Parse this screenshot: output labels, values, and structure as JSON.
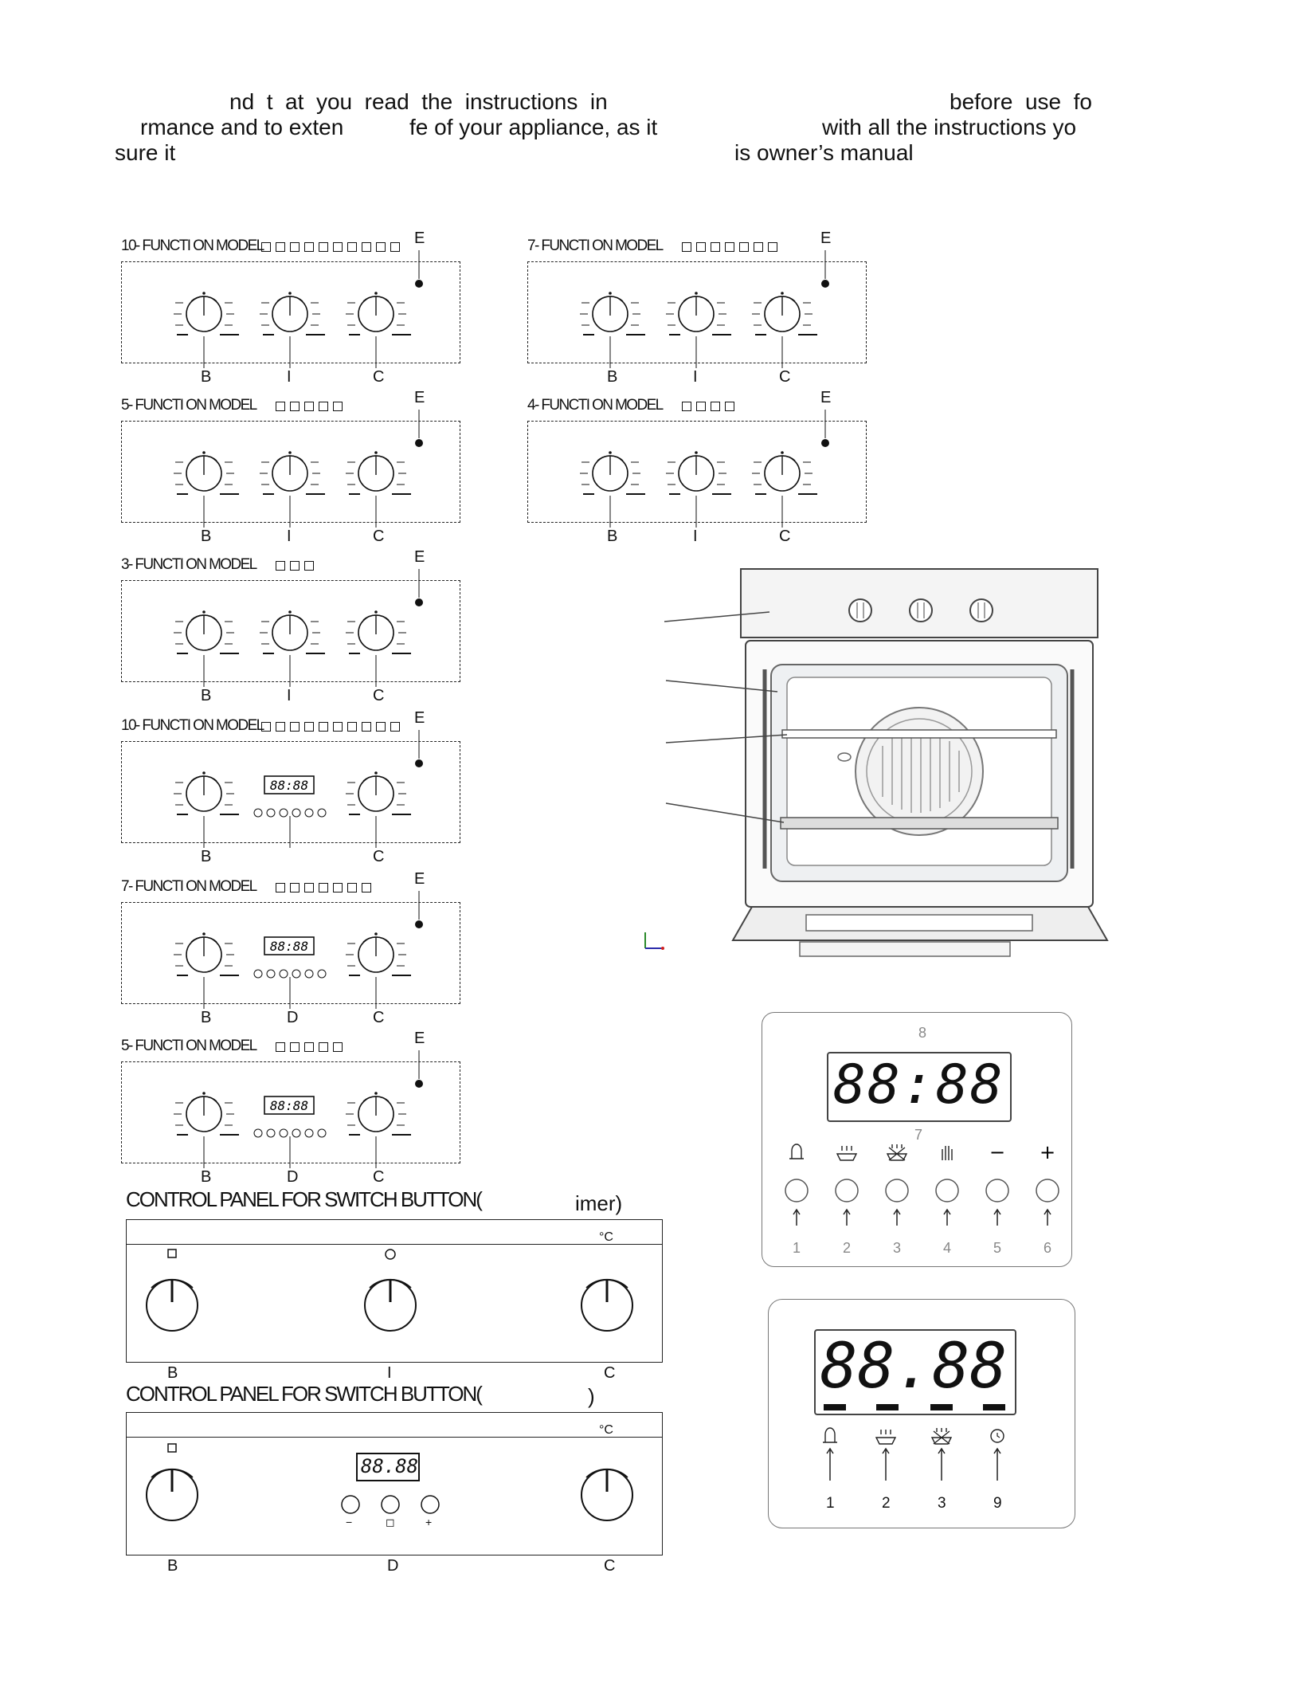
{
  "intro_lines": [
    "nd  t  at  you  read  the  instructions  in",
    "before  use  fo",
    "rmance and to exten",
    "fe of your appliance, as it",
    "with all the instructions yo",
    "sure it",
    "is owner’s manual"
  ],
  "models": [
    {
      "title": "10- FUNCTI ON  MODEL",
      "icons": 10,
      "letters": [
        "B",
        "I",
        "C"
      ],
      "e": "E",
      "kind": "knob"
    },
    {
      "title": "7- FUNCTI ON  MODEL",
      "icons": 7,
      "letters": [
        "B",
        "I",
        "C"
      ],
      "e": "E",
      "kind": "knob"
    },
    {
      "title": "5- FUNCTI ON  MODEL",
      "icons": 5,
      "letters": [
        "B",
        "I",
        "C"
      ],
      "e": "E",
      "kind": "knob"
    },
    {
      "title": "4- FUNCTI ON  MODEL",
      "icons": 4,
      "letters": [
        "B",
        "I",
        "C"
      ],
      "e": "E",
      "kind": "knob"
    },
    {
      "title": "3- FUNCTI ON  MODEL",
      "icons": 3,
      "letters": [
        "B",
        "I",
        "C"
      ],
      "e": "E",
      "kind": "knob"
    },
    {
      "title": "10- FUNCTI ON  MODEL",
      "icons": 10,
      "letters": [
        "B",
        "",
        "C"
      ],
      "e": "E",
      "kind": "timer"
    },
    {
      "title": "7- FUNCTI ON  MODEL",
      "icons": 7,
      "letters": [
        "B",
        "D",
        "C"
      ],
      "e": "E",
      "kind": "timer"
    },
    {
      "title": "5- FUNCTI ON  MODEL",
      "icons": 5,
      "letters": [
        "B",
        "D",
        "C"
      ],
      "e": "E",
      "kind": "timer"
    }
  ],
  "mini_display": "88:88",
  "switch_sections": [
    {
      "title": "CONTROL  PANEL  FOR  SWITCH  BUTTON(",
      "suffix": "imer)",
      "letters": [
        "B",
        "I",
        "C"
      ]
    },
    {
      "title": "CONTROL  PANEL  FOR  SWITCH  BUTTON(",
      "suffix": ")",
      "letters": [
        "B",
        "D",
        "C"
      ]
    }
  ],
  "small_display": "88.88",
  "small_buttons": [
    "−",
    "◻",
    "+"
  ],
  "celsius": "°C",
  "timer_panel_1": {
    "display": "88:88",
    "marker_top": "8",
    "marker_bottom": "7",
    "symbols": [
      "bell",
      "pot",
      "pot-cross",
      "hand",
      "−",
      "+"
    ],
    "numbers": [
      "1",
      "2",
      "3",
      "4",
      "5",
      "6"
    ]
  },
  "timer_panel_2": {
    "display": "88.88",
    "symbols": [
      "bell",
      "pot",
      "pot-cross",
      "clock"
    ],
    "numbers": [
      "1",
      "2",
      "3",
      "9"
    ]
  }
}
